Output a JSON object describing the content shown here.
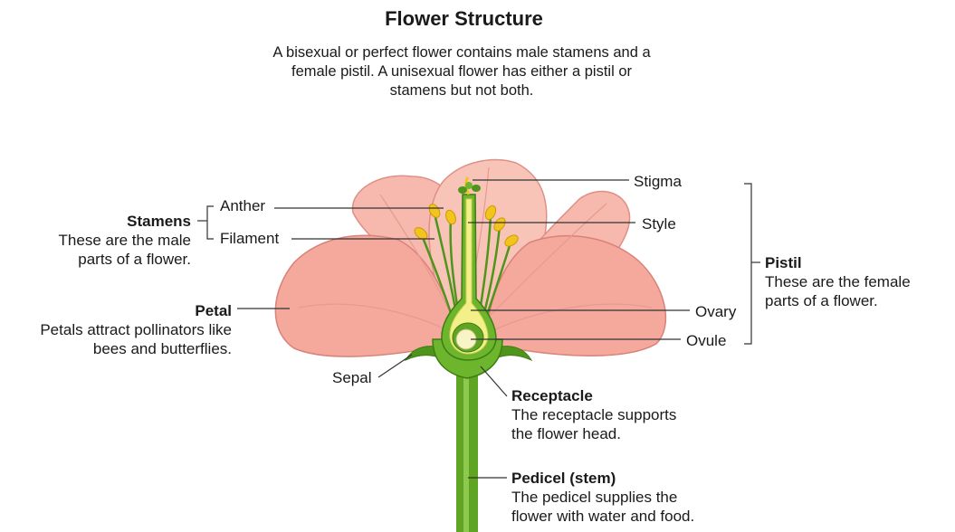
{
  "title": "Flower Structure",
  "intro": "A bisexual or perfect flower contains male stamens and a female pistil. A unisexual flower has either a pistil or stamens but not both.",
  "labels": {
    "anther": "Anther",
    "filament": "Filament",
    "stigma": "Stigma",
    "style": "Style",
    "ovary": "Ovary",
    "ovule": "Ovule",
    "sepal": "Sepal"
  },
  "stamens": {
    "heading": "Stamens",
    "desc_line1": "These are the male",
    "desc_line2": "parts of a flower."
  },
  "petal": {
    "heading": "Petal",
    "desc_line1": "Petals attract pollinators like",
    "desc_line2": "bees and butterflies."
  },
  "pistil": {
    "heading": "Pistil",
    "desc_line1": "These are the female",
    "desc_line2": "parts of a flower."
  },
  "receptacle": {
    "heading": "Receptacle",
    "desc_line1": "The receptacle supports",
    "desc_line2": "the flower head."
  },
  "pedicel": {
    "heading": "Pedicel (stem)",
    "desc_line1": "The pedicel supplies the",
    "desc_line2": "flower with water and food."
  },
  "colors": {
    "petal_fill": "#f4a99c",
    "petal_light": "#fbd2c8",
    "petal_stroke": "#d9827a",
    "stem_green": "#5fa523",
    "stem_dark": "#3d7d14",
    "anther_yellow": "#f2c41c",
    "ovary_yellow": "#f3f08a",
    "leader_line": "#333333"
  }
}
